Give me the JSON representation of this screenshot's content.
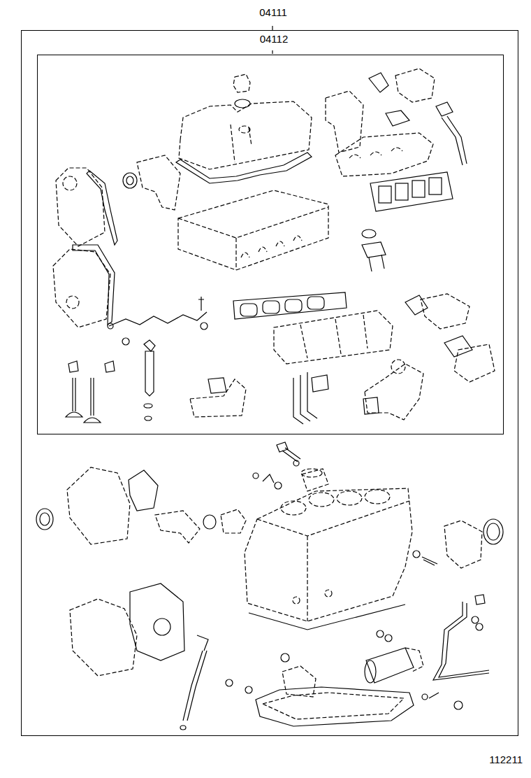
{
  "diagram": {
    "nodes": [
      {
        "text": [
          "04111"
        ]
      },
      {
        "text": [
          "04112"
        ],
        "in": 0
      }
    ],
    "labels": [
      "112211"
    ]
  }
}
